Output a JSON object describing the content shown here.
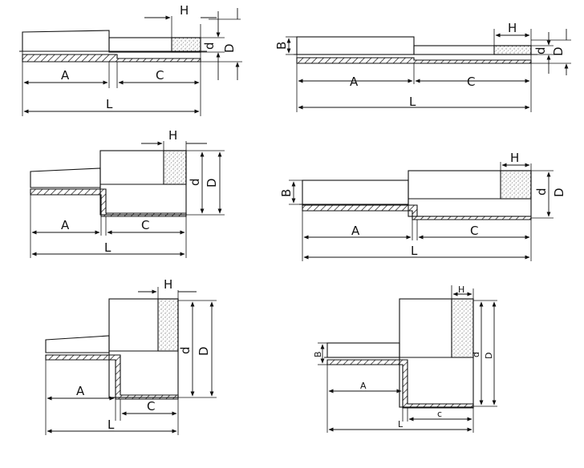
{
  "labels": {
    "A": "A",
    "B": "B",
    "C": "C",
    "D": "D",
    "H": "H",
    "L": "L",
    "c_lower": "c",
    "d_lower": "d"
  }
}
